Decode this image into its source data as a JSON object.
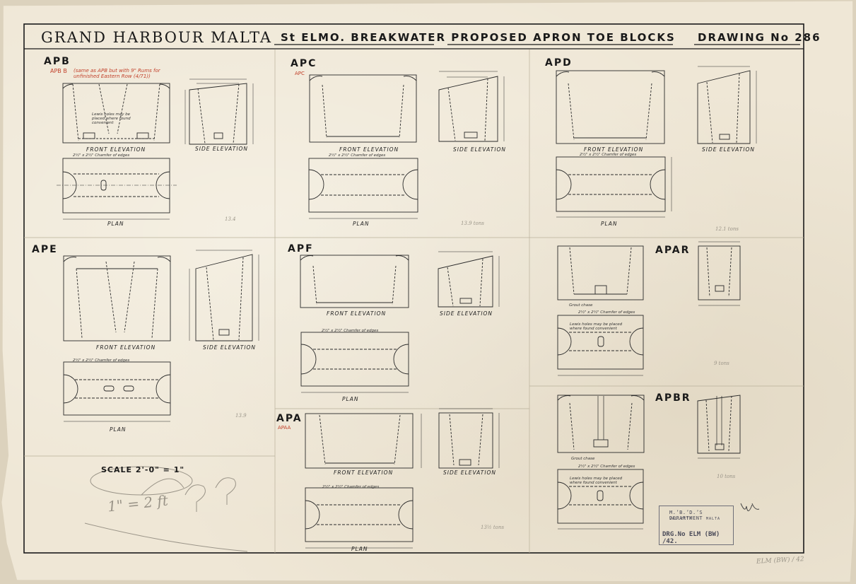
{
  "title": {
    "left": "GRAND HARBOUR MALTA",
    "center": "St ELMO. BREAKWATER  PROPOSED APRON TOE BLOCKS",
    "right": "DRAWING No 286"
  },
  "blocks": {
    "apb": {
      "name": "APB",
      "alt": "APB B",
      "note": "(same as APB but with 9\" Rums for unfinished Eastern Row (4/71))"
    },
    "apc": {
      "name": "APC",
      "alt": "APC"
    },
    "apd": {
      "name": "APD"
    },
    "ape": {
      "name": "APE"
    },
    "apf": {
      "name": "APF"
    },
    "apa": {
      "name": "APA",
      "alt": "APAA"
    },
    "apar": {
      "name": "APAR"
    },
    "apbr": {
      "name": "APBR"
    }
  },
  "labels": {
    "front": "FRONT ELEVATION",
    "side": "SIDE ELEVATION",
    "plan": "PLAN"
  },
  "notes": {
    "lewis": "Lewis holes may be placed where found convenient",
    "chamfer": "2½\" x 2½\" Chamfer of edges",
    "grout": "Grout chase",
    "scale": "SCALE 2'-0\" = 1\"",
    "pencil_scale": "1\" = 2 ft",
    "weights": [
      "13.4",
      "13.9 tons",
      "12.1 tons",
      "13.9",
      "9 tons",
      "10 tons",
      "13½ tons"
    ]
  },
  "stamp": {
    "dept": "M.’B.’D.’S DEPARTMENT",
    "place1": "VALLETTA",
    "place2": "MALTA",
    "dwg": "DRG.No ELM (BW) /42."
  },
  "corner_ref": "ELM (BW) / 42",
  "colors": {
    "ink": "#1a1a1a",
    "red_ink": "#c2402a",
    "paper": "#efe7d6",
    "pencil": "#9a9488"
  }
}
